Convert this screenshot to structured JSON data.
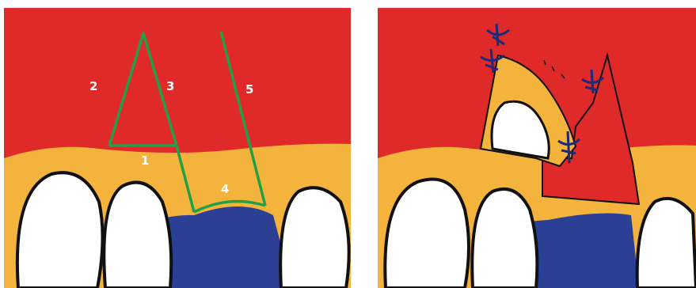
{
  "colors": {
    "mucosa": "#e02a2a",
    "gingiva": "#f4b33c",
    "defect": "#2b3f95",
    "tooth": "#ffffff",
    "incision": "#23a047",
    "suture": "#1c2a7a",
    "outline": "#111111"
  },
  "left_panel": {
    "labels": [
      "1",
      "2",
      "3",
      "4",
      "5"
    ]
  },
  "right_panel": {}
}
